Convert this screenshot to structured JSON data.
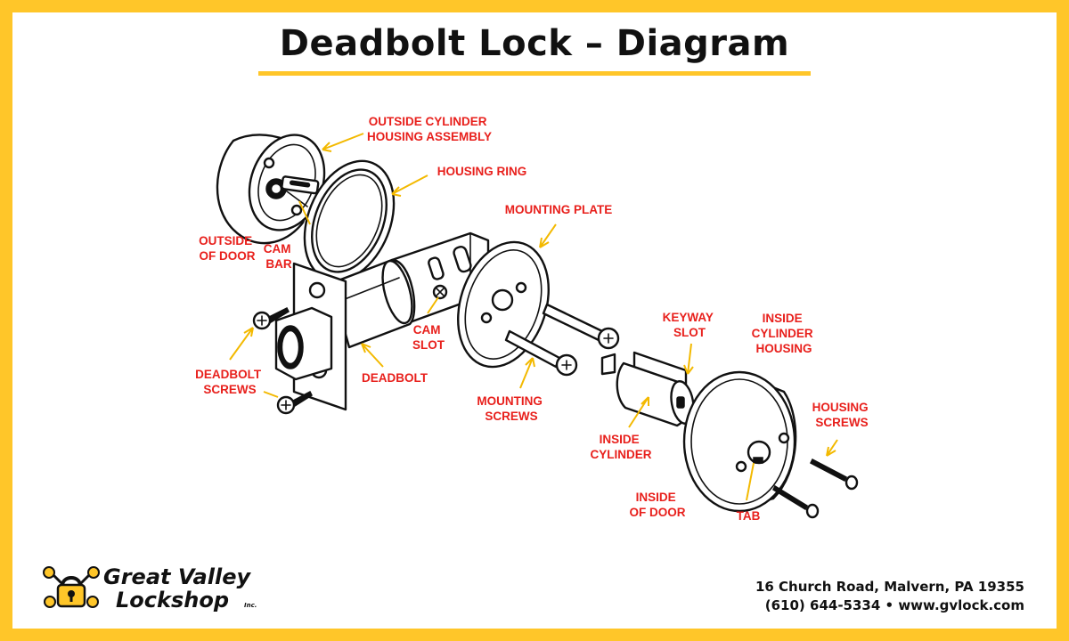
{
  "title": "Deadbolt Lock – Diagram",
  "colors": {
    "border": "#ffc629",
    "label": "#e8201c",
    "arrow": "#f3b900",
    "line": "#111111"
  },
  "labels": {
    "outside_cylinder_housing_assembly": [
      "OUTSIDE CYLINDER",
      "HOUSING ASSEMBLY"
    ],
    "housing_ring": [
      "HOUSING RING"
    ],
    "mounting_plate": [
      "MOUNTING PLATE"
    ],
    "outside_of_door": [
      "OUTSIDE",
      "OF DOOR"
    ],
    "cam_bar": [
      "CAM",
      "BAR"
    ],
    "cam_slot": [
      "CAM",
      "SLOT"
    ],
    "deadbolt_screws": [
      "DEADBOLT",
      "SCREWS"
    ],
    "deadbolt": [
      "DEADBOLT"
    ],
    "mounting_screws": [
      "MOUNTING",
      "SCREWS"
    ],
    "keyway_slot": [
      "KEYWAY",
      "SLOT"
    ],
    "inside_cylinder_housing": [
      "INSIDE",
      "CYLINDER",
      "HOUSING"
    ],
    "housing_screws": [
      "HOUSING",
      "SCREWS"
    ],
    "inside_cylinder": [
      "INSIDE",
      "CYLINDER"
    ],
    "inside_of_door": [
      "INSIDE",
      "OF DOOR"
    ],
    "tab": [
      "TAB"
    ]
  },
  "brand": {
    "line1": "Great Valley",
    "line2": "Lockshop",
    "suffix": "Inc."
  },
  "footer": {
    "address": "16 Church Road, Malvern, PA 19355",
    "contact": "(610) 644-5334 • www.gvlock.com"
  },
  "icons": [
    "keys-padlock-logo-icon"
  ]
}
